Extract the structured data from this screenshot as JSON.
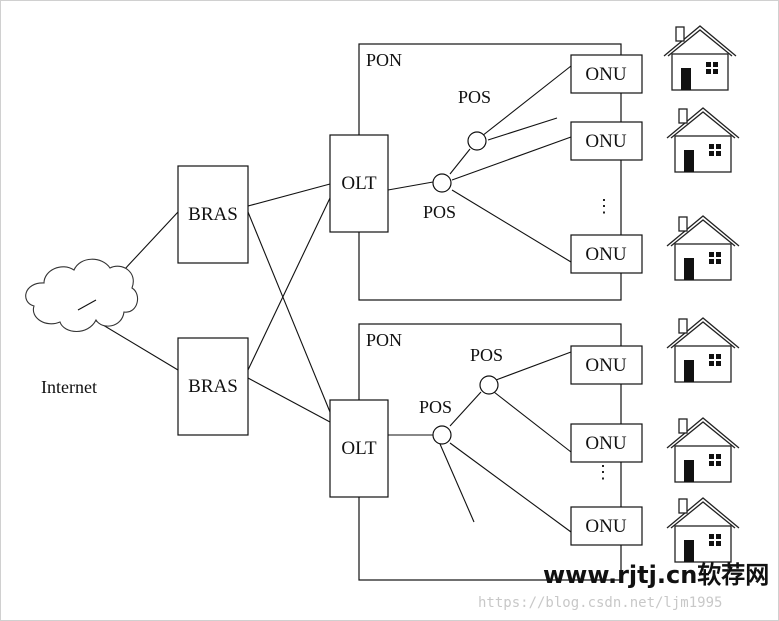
{
  "labels": {
    "internet": "Internet",
    "bras": "BRAS",
    "olt": "OLT",
    "pon": "PON",
    "pos": "POS",
    "onu": "ONU",
    "ellipsis": "⋮"
  },
  "watermark": {
    "brand": "www.rjtj.cn软荐网",
    "url": "https://blog.csdn.net/ljm1995"
  },
  "icons": {
    "cloud": "cloud-icon",
    "house": "house-icon"
  }
}
